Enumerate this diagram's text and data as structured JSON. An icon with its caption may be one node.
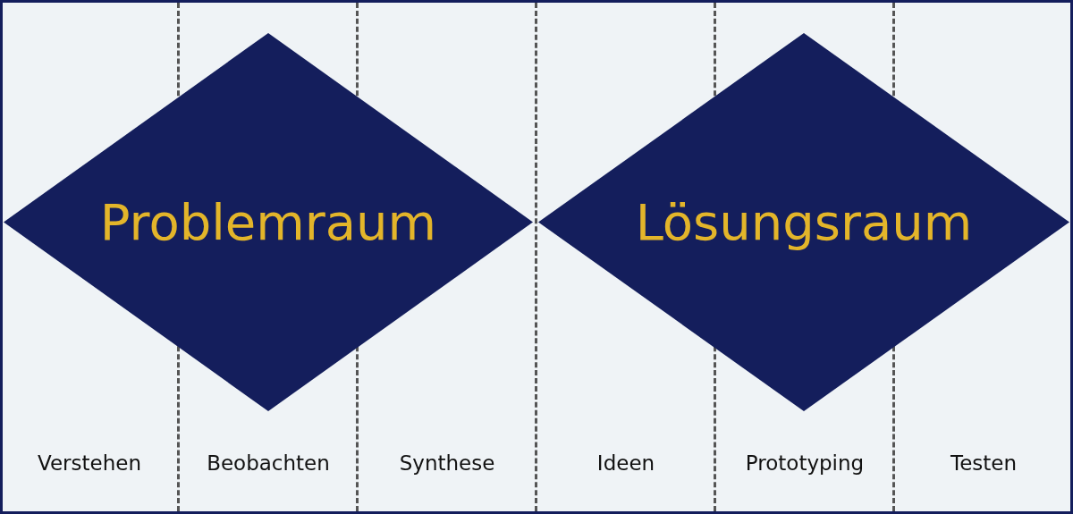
{
  "diagram": {
    "nodes": [
      {
        "text": [
          "Problemraum"
        ]
      },
      {
        "text": [
          "Lösungsraum"
        ]
      }
    ],
    "labels": [
      "Verstehen",
      "Beobachten",
      "Synthese",
      "Ideen",
      "Prototyping",
      "Testen"
    ]
  }
}
